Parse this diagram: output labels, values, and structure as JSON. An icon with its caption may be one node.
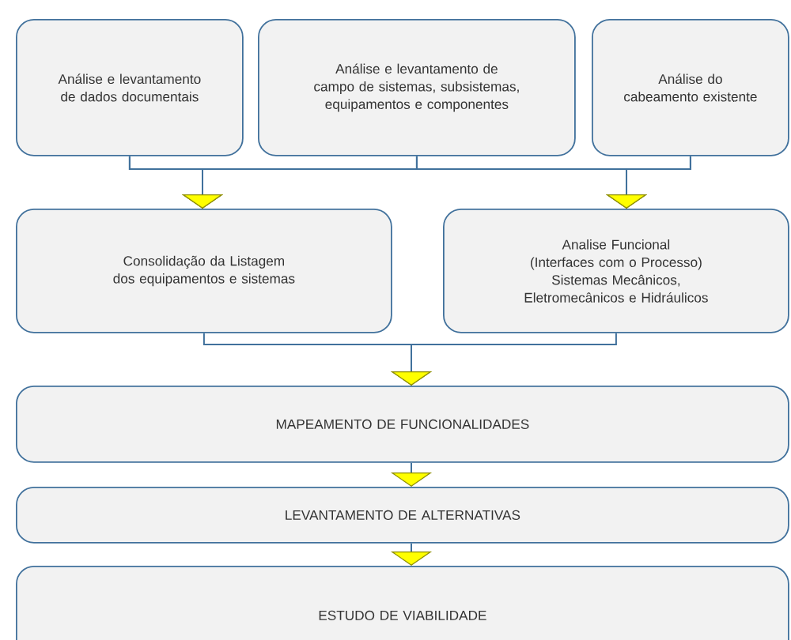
{
  "diagram": {
    "nodes": [
      {
        "text": [
          "Análise e levantamento de dados documentais"
        ]
      },
      {
        "text": [
          "Análise e levantamento de campo de sistemas, subsistemas, equipamentos e componentes"
        ]
      },
      {
        "text": [
          "Análise do cabeamento existente"
        ]
      },
      {
        "text": [
          "Consolidação da Listagem dos equipamentos e sistemas"
        ]
      },
      {
        "text": [
          "Analise Funcional",
          "(Interfaces com o Processo)",
          "Sistemas Mecânicos, Eletromecânicos e Hidráulicos"
        ]
      },
      {
        "text": [
          "MAPEAMENTO DE FUNCIONALIDADES"
        ]
      },
      {
        "text": [
          "LEVANTAMENTO DE ALTERNATIVAS"
        ]
      },
      {
        "text": [
          "ESTUDO DE VIABILIDADE"
        ]
      }
    ],
    "edges": [
      {
        "from": 0,
        "to": 3,
        "arrow": "to"
      },
      {
        "from": 1,
        "to": 3,
        "arrow": "to"
      },
      {
        "from": 2,
        "to": 3,
        "arrow": "to"
      },
      {
        "from": 0,
        "to": 4,
        "arrow": "to"
      },
      {
        "from": 1,
        "to": 4,
        "arrow": "to"
      },
      {
        "from": 2,
        "to": 4,
        "arrow": "to"
      },
      {
        "from": 3,
        "to": 5,
        "arrow": "to"
      },
      {
        "from": 4,
        "to": 5,
        "arrow": "to"
      },
      {
        "from": 5,
        "to": 6,
        "arrow": "to"
      },
      {
        "from": 6,
        "to": 7,
        "arrow": "to"
      }
    ]
  }
}
